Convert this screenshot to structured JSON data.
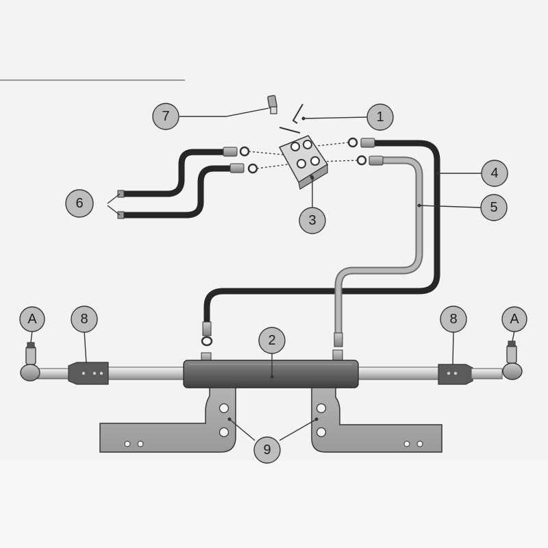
{
  "diagram": {
    "callouts": [
      {
        "id": "c7",
        "label": "7"
      },
      {
        "id": "c1",
        "label": "1"
      },
      {
        "id": "c6",
        "label": "6"
      },
      {
        "id": "c3",
        "label": "3"
      },
      {
        "id": "c4",
        "label": "4"
      },
      {
        "id": "c5",
        "label": "5"
      },
      {
        "id": "cA1",
        "label": "A"
      },
      {
        "id": "c8a",
        "label": "8"
      },
      {
        "id": "c2",
        "label": "2"
      },
      {
        "id": "c8b",
        "label": "8"
      },
      {
        "id": "cA2",
        "label": "A"
      },
      {
        "id": "c9",
        "label": "9"
      }
    ]
  }
}
